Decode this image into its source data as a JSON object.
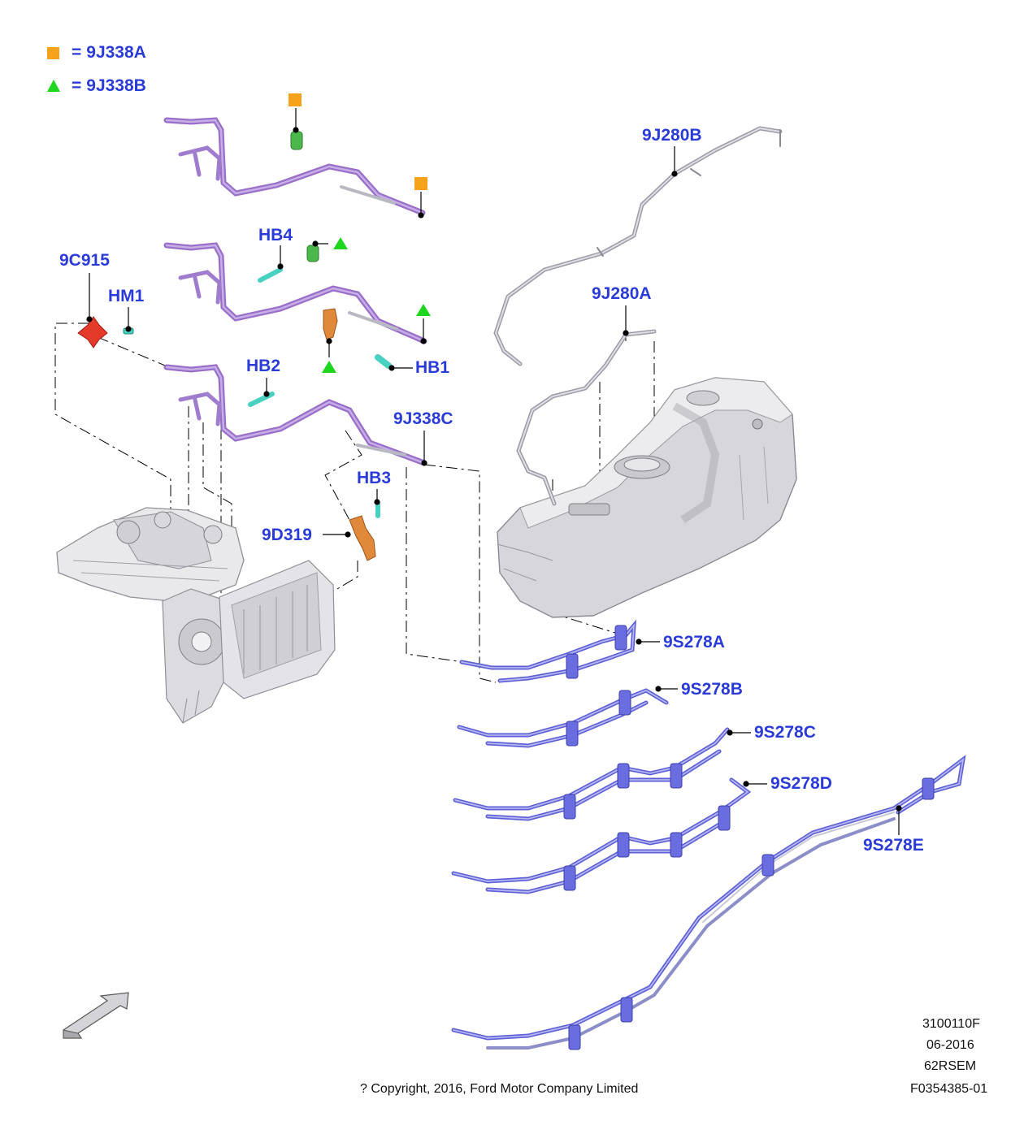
{
  "legend": [
    {
      "symbol": "square",
      "color": "#f7a21b",
      "equals": "=",
      "code": "9J338A"
    },
    {
      "symbol": "triangle",
      "color": "#1fd61f",
      "equals": "=",
      "code": "9J338B"
    }
  ],
  "callouts": {
    "c9J280B": "9J280B",
    "c9J280A": "9J280A",
    "cHB4": "HB4",
    "c9C915": "9C915",
    "cHM1": "HM1",
    "cHB1": "HB1",
    "cHB2": "HB2",
    "c9J338C": "9J338C",
    "cHB3": "HB3",
    "c9D319": "9D319",
    "c9S278A": "9S278A",
    "c9S278B": "9S278B",
    "c9S278C": "9S278C",
    "c9S278D": "9S278D",
    "c9S278E": "9S278E"
  },
  "colors": {
    "callout_text": "#2a3bd8",
    "fuel_line": "#9a6fc9",
    "brake_line": "#5c5fd6",
    "hose": "#b8b8c4",
    "clip": "#48d0c0",
    "bracket": "#e0893a",
    "connector": "#e43a2a",
    "leader": "#000000"
  },
  "footer": {
    "code1": "3100110F",
    "date": "06-2016",
    "code2": "62RSEM",
    "ref": "F0354385-01",
    "copyright": "? Copyright, 2016, Ford Motor Company Limited"
  }
}
